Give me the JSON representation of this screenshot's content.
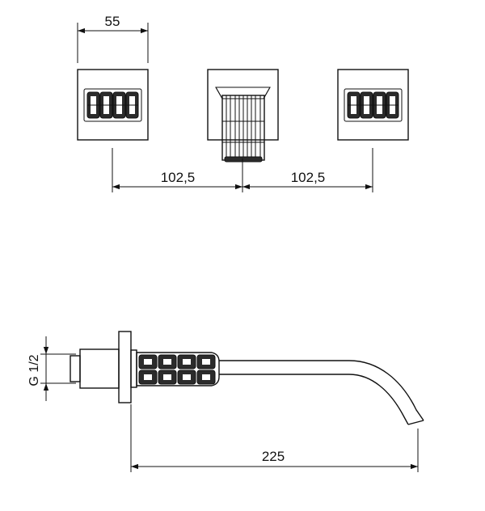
{
  "dimensions": {
    "width_label": "55",
    "spacing_left": "102,5",
    "spacing_right": "102,5",
    "length": "225",
    "thread": "G 1/2"
  }
}
